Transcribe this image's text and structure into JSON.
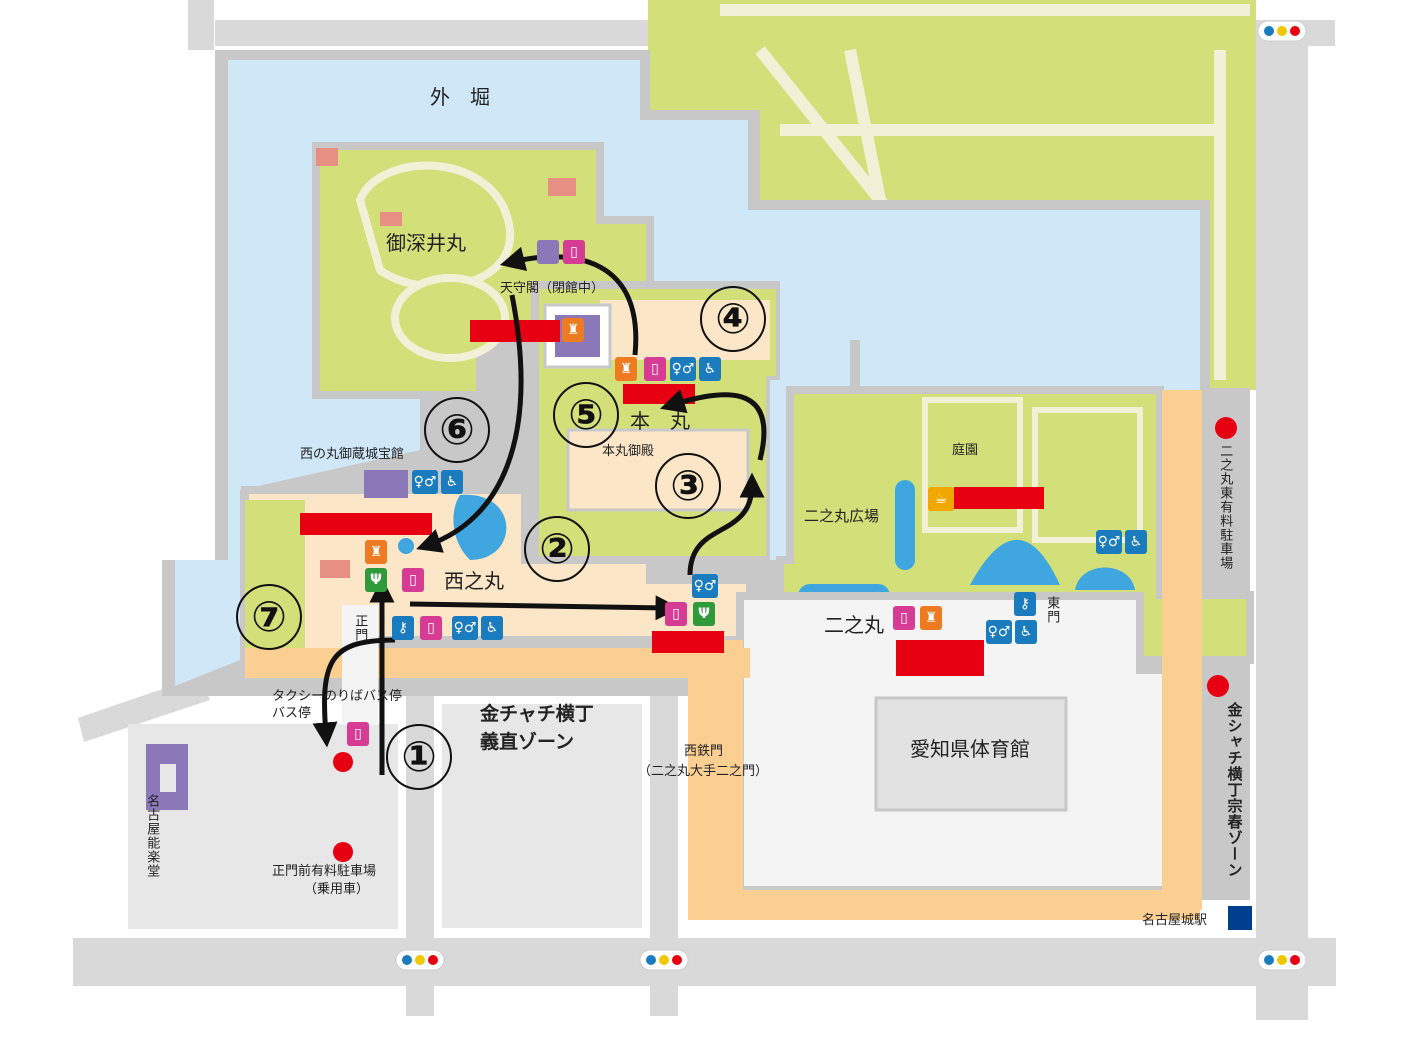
{
  "labels": {
    "outer_moat": "外　堀",
    "ofukei_maru": "御深井丸",
    "tenshukaku": "天守閣（閉館中）",
    "honmaru": "本　丸",
    "honmaru_goten": "本丸御殿",
    "nishinomaru_museum": "西の丸御蔵城宝館",
    "nishinomaru": "西之丸",
    "seimon": "正門",
    "taxi_bus": "タクシーのりばバス停",
    "bus_stop": "バス停",
    "kinshachi_yoshinao": "金チャチ横丁",
    "yoshinao_zone": "義直ゾーン",
    "nishi_tetsumon": "西鉄門",
    "nishi_tetsumon_sub": "（二之丸大手二之門）",
    "ninomaru_hiroba": "二之丸広場",
    "teien": "庭園",
    "ninomaru": "二之丸",
    "higashimon": "東門",
    "gym": "愛知県体育館",
    "nogakudo": "名古屋能楽堂",
    "parking_seimon": "正門前有料駐車場",
    "parking_seimon_sub": "（乗用車）",
    "parking_east": "二之丸東有料駐車場",
    "kinshachi_muneharu": "金シャチ横丁宗春ゾーン",
    "station": "名古屋城駅"
  },
  "route_numbers": [
    "①",
    "②",
    "③",
    "④",
    "⑤",
    "⑥",
    "⑦"
  ],
  "colors": {
    "moat": "#cfe7f6",
    "grass": "#d3e07a",
    "park": "#cfe07e",
    "ground": "#fbe7c8",
    "wall": "#c8c8c8",
    "road": "#d9d9d9",
    "orange_band": "#fbcf92",
    "closed_marker": "#e60012",
    "building_purple": "#8a78b8",
    "building_pink": "#e88f84",
    "pond": "#3fa6e0",
    "arrow": "#111111"
  },
  "icons": [
    "toilet-icon",
    "accessible-toilet-icon",
    "locker-icon",
    "restaurant-icon",
    "shop-icon",
    "cafe-icon",
    "parking-icon",
    "signal-icon"
  ]
}
